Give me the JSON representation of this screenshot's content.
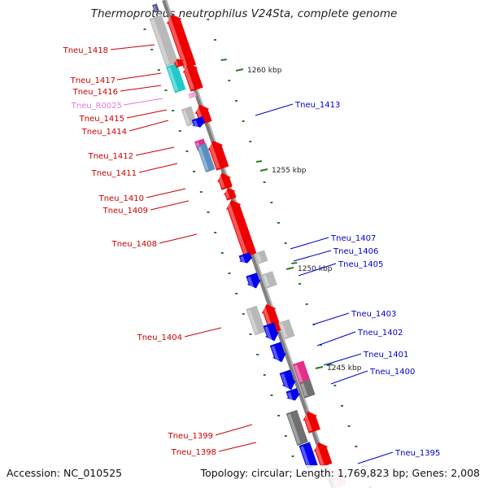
{
  "title": "Thermoproteus neutrophilus V24Sta, complete genome",
  "accession_text": "Accession: NC_010525",
  "topology_text": "Topology: circular; Length: 1,769,823 bp; Genes: 2,008",
  "scale_labels": [
    "1260 kbp",
    "1255 kbp",
    "1250 kbp",
    "1245 kbp"
  ],
  "colors": {
    "reverse_label": "#cc0000",
    "forward_label": "#0000cc",
    "rna_label": "#e07ad6",
    "reverse_gene": "#ee0000",
    "forward_gene": "#0000ee",
    "backbone": "#808080",
    "tick": "#2a7a2a"
  },
  "reverse_genes": [
    "Tneu_1418",
    "Tneu_1417",
    "Tneu_1416",
    "Tneu_1415",
    "Tneu_1414",
    "Tneu_1412",
    "Tneu_1411",
    "Tneu_1410",
    "Tneu_1409",
    "Tneu_1408",
    "Tneu_1404",
    "Tneu_1399",
    "Tneu_1398"
  ],
  "rna_genes": [
    "Tneu_R0025"
  ],
  "forward_genes": [
    "Tneu_1413",
    "Tneu_1407",
    "Tneu_1406",
    "Tneu_1405",
    "Tneu_1403",
    "Tneu_1402",
    "Tneu_1401",
    "Tneu_1400",
    "Tneu_1395"
  ]
}
